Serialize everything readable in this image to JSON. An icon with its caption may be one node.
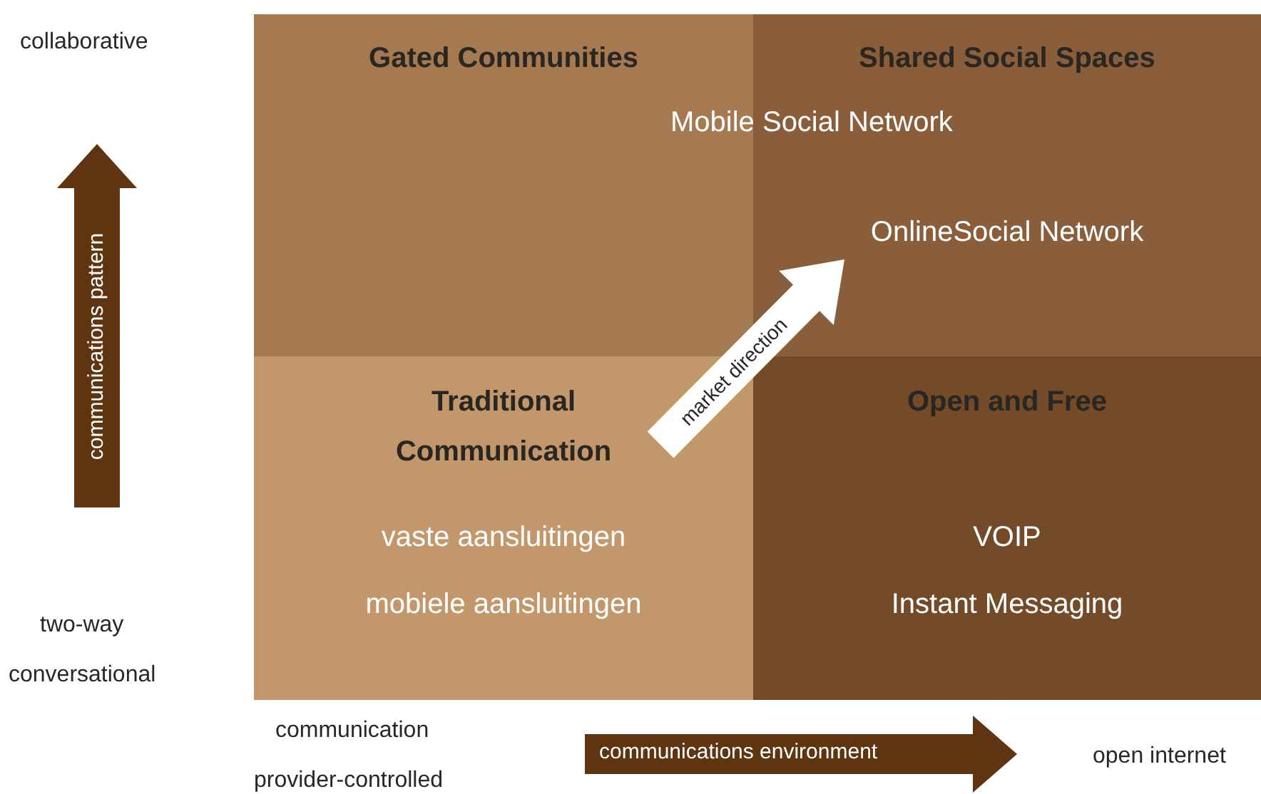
{
  "diagram": {
    "nodes": [
      {
        "text": [
          "Gated Communities"
        ]
      },
      {
        "text": [
          "Shared Social Spaces",
          "OnlineSocial Network"
        ]
      },
      {
        "text": [
          "Traditional Communication",
          "vaste aansluitingen",
          "mobiele aansluitingen"
        ]
      },
      {
        "text": [
          "Open and Free",
          "VOIP",
          "Instant Messaging"
        ]
      }
    ],
    "edges": [
      {
        "from": 2,
        "to": 1,
        "arrow": "to",
        "label": "market direction"
      }
    ],
    "labels": [
      "collaborative",
      "Mobile Social Network",
      "communications pattern",
      "two-way",
      "conversational",
      "communication",
      "provider-controlled",
      "communications environment",
      "open internet"
    ]
  }
}
